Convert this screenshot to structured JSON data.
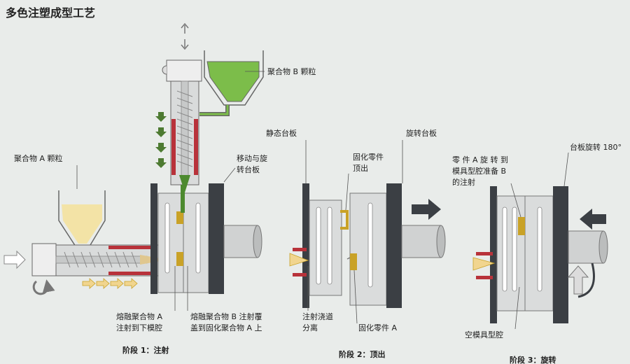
{
  "title": "多色注塑成型工艺",
  "labels": {
    "polymer_b": "聚合物 B 颗粒",
    "polymer_a": "聚合物 A 颗粒",
    "moving_platen_l1": "移动与旋",
    "moving_platen_l2": "转台板",
    "inject_a_l1": "熔融聚合物 A",
    "inject_a_l2": "注射到下模腔",
    "inject_b_l1": "熔融聚合物 B 注射覆",
    "inject_b_l2": "盖到固化聚合物 A 上",
    "static_platen": "静态台板",
    "rotating_platen": "旋转台板",
    "solid_part_eject_l1": "固化零件",
    "solid_part_eject_l2": "顶出",
    "runner_sep_l1": "注射浇道",
    "runner_sep_l2": "分离",
    "solid_part_a": "固化零件 A",
    "platen_rotate": "台板旋转 180°",
    "part_a_rotate_l1": "零 件 A 旋 转 到",
    "part_a_rotate_l2": "模具型腔准备 B",
    "part_a_rotate_l3": "的注射",
    "empty_cavity": "空模具型腔"
  },
  "stages": {
    "s1": "阶段 1：注射",
    "s2": "阶段 2：顶出",
    "s3": "阶段 3：旋转"
  },
  "colors": {
    "background": "#e9ecea",
    "polymer_a": "#f3e3a6",
    "polymer_b": "#7cbd4a",
    "heater": "#b8323a",
    "platen": "#3b3f44",
    "mold": "#dadcdc",
    "part": "#c9a227"
  }
}
